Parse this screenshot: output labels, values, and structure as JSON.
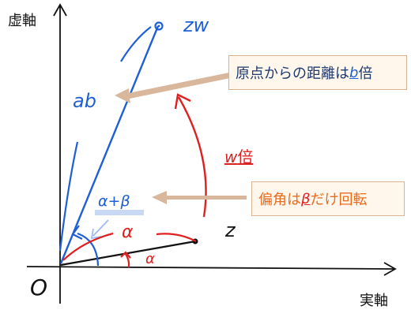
{
  "axes": {
    "imag_label": "虚軸",
    "real_label": "実軸",
    "origin_label": "O"
  },
  "points": {
    "z_label": "z",
    "zw_label": "zw"
  },
  "marks": {
    "ab_label": "ab",
    "w_times_prefix": "w",
    "w_times_suffix": "倍",
    "alpha_label_1": "α",
    "alpha_label_2": "α",
    "alpha_plus_beta": "α+β"
  },
  "callouts": {
    "distance": {
      "prefix": "原点からの距離は",
      "emph": "b",
      "suffix": "倍"
    },
    "angle": {
      "prefix": "偏角は",
      "emph": "β",
      "suffix": "だけ回転"
    }
  },
  "colors": {
    "blue": "#1f5fd6",
    "red": "#e02020",
    "orange": "#ea6b1e",
    "navy": "#1e3a6e",
    "arrow_fill": "#d9b79c",
    "box_border": "#d9b28f",
    "box_fill": "#fff7ec",
    "highlight": "#c9d9f5"
  }
}
